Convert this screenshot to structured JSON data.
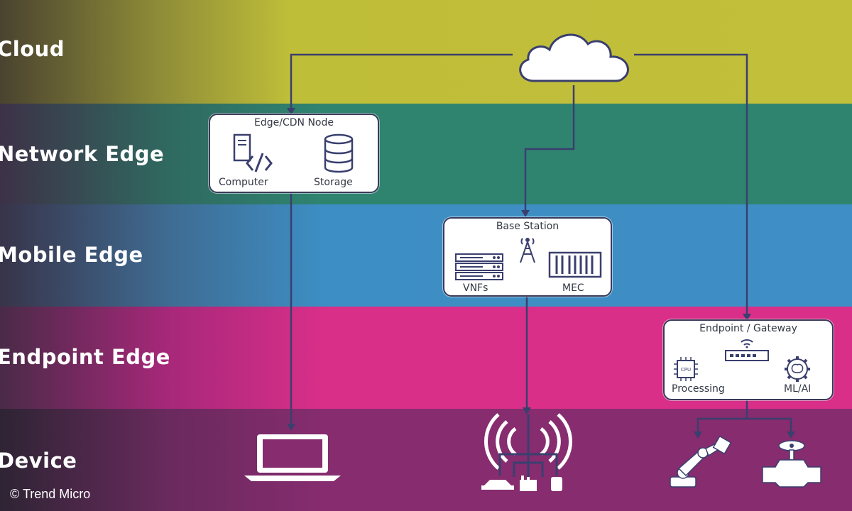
{
  "layers": {
    "cloud": "Cloud",
    "network_edge": "Network Edge",
    "mobile_edge": "Mobile Edge",
    "endpoint_edge": "Endpoint Edge",
    "device": "Device"
  },
  "edge_cdn_node": {
    "title": "Edge/CDN Node",
    "computer": "Computer",
    "storage": "Storage"
  },
  "base_station": {
    "title": "Base Station",
    "vnfs": "VNFs",
    "mec": "MEC"
  },
  "endpoint_gateway": {
    "title": "Endpoint / Gateway",
    "processing": "Processing",
    "ml_ai": "ML/AI",
    "cpu_chip": "CPU"
  },
  "icons": {
    "cloud": "cloud-icon",
    "computer": "computer-icon",
    "storage": "storage-icon",
    "antenna": "antenna-tower-icon",
    "vnfs": "server-rack-icon",
    "mec": "mec-container-icon",
    "cpu": "cpu-icon",
    "router": "router-icon",
    "brain": "brain-gear-icon",
    "laptop": "laptop-icon",
    "wireless": "wireless-network-icon",
    "robot_arm": "robot-arm-icon",
    "valve": "valve-icon"
  },
  "colors": {
    "cloud_band": "#c2bf3a",
    "network_band": "#2f8470",
    "mobile_band": "#3d8ec4",
    "endpoint_band": "#d92f89",
    "device_band": "#862c6f",
    "line": "#3a3f6e"
  },
  "copyright": "© Trend Micro"
}
